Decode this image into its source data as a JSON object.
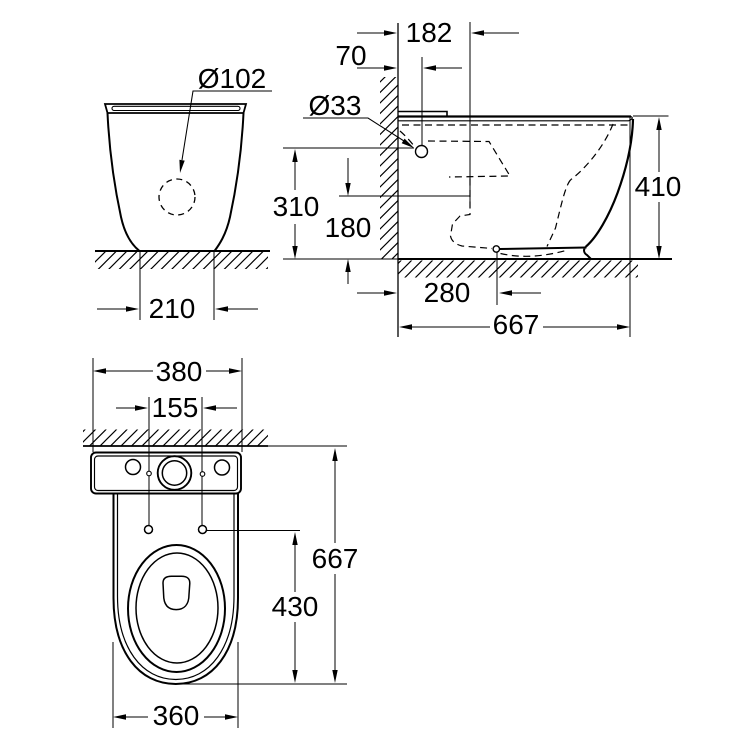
{
  "drawing": {
    "background": "#ffffff",
    "ink": "#000000",
    "views": {
      "front": {
        "dims": {
          "outlet_diameter": "Ø102",
          "foot_width": "210"
        }
      },
      "side": {
        "dims": {
          "wall_to_fixing": "182",
          "wall_to_inlet": "70",
          "inlet_diameter": "Ø33",
          "inlet_height": "310",
          "mid_height": "180",
          "wall_to_drain": "280",
          "overall_depth": "667",
          "overall_height": "410"
        }
      },
      "plan": {
        "dims": {
          "cistern_width": "380",
          "fixing_hole_spacing": "155",
          "overall_length": "667",
          "fixing_to_front": "430",
          "bowl_width": "360"
        }
      }
    }
  }
}
